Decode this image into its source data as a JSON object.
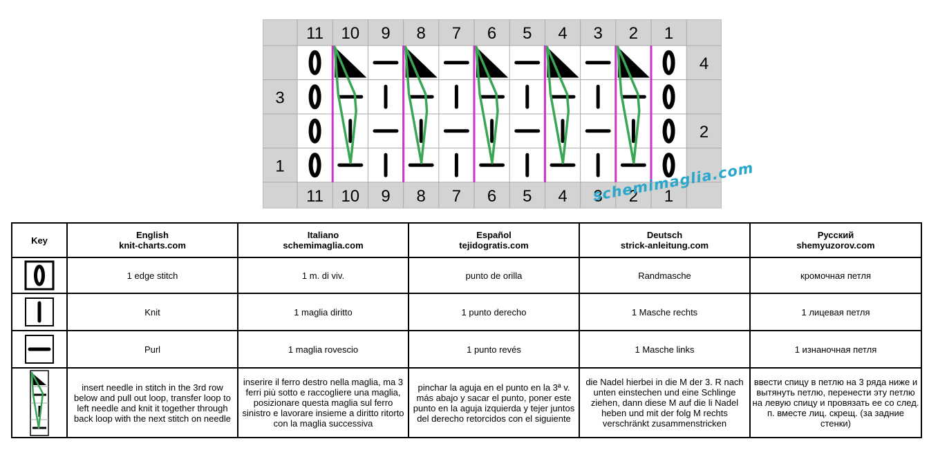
{
  "chart": {
    "top_numbers": [
      "11",
      "10",
      "9",
      "8",
      "7",
      "6",
      "5",
      "4",
      "3",
      "2",
      "1"
    ],
    "bottom_numbers": [
      "11",
      "10",
      "9",
      "8",
      "7",
      "6",
      "5",
      "4",
      "3",
      "2",
      "1"
    ],
    "left_row_labels": [
      "",
      "3",
      "",
      "1"
    ],
    "right_row_labels": [
      "4",
      "",
      "2",
      ""
    ],
    "rows": [
      [
        "edge",
        "special",
        "purl",
        "special",
        "purl",
        "special",
        "purl",
        "special",
        "purl",
        "special",
        "edge"
      ],
      [
        "edge",
        "purl",
        "knit",
        "purl",
        "knit",
        "purl",
        "knit",
        "purl",
        "knit",
        "purl",
        "edge"
      ],
      [
        "edge",
        "knit",
        "purl",
        "knit",
        "purl",
        "knit",
        "purl",
        "knit",
        "purl",
        "knit",
        "edge"
      ],
      [
        "edge",
        "purl",
        "knit",
        "purl",
        "knit",
        "purl",
        "knit",
        "purl",
        "knit",
        "purl",
        "edge"
      ]
    ],
    "colors": {
      "header_bg": "#d3d3d3",
      "line": "#aaaaaa",
      "repeat_line": "#cc33cc",
      "loop": "#3aa655",
      "symbol": "#000000"
    }
  },
  "watermark": "schemimaglia.com",
  "key": {
    "headers": [
      {
        "lang": "Key",
        "site": ""
      },
      {
        "lang": "English",
        "site": "knit-charts.com"
      },
      {
        "lang": "Italiano",
        "site": "schemimaglia.com"
      },
      {
        "lang": "Español",
        "site": "tejidogratis.com"
      },
      {
        "lang": "Deutsch",
        "site": "strick-anleitung.com"
      },
      {
        "lang": "Русский",
        "site": "shemyuzorov.com"
      }
    ],
    "rows": [
      {
        "icon": "edge-stitch-icon",
        "en": "1 edge stitch",
        "it": "1 m. di viv.",
        "es": "punto de orilla",
        "de": "Randmasche",
        "ru": "кромочная петля"
      },
      {
        "icon": "knit-icon",
        "en": "Knit",
        "it": "1 maglia diritto",
        "es": "1 punto derecho",
        "de": "1 Masche rechts",
        "ru": "1 лицевая петля"
      },
      {
        "icon": "purl-icon",
        "en": "Purl",
        "it": "1 maglia rovescio",
        "es": "1 punto revés",
        "de": "1 Masche links",
        "ru": "1 изнаночная петля"
      },
      {
        "icon": "pull-loop-icon",
        "en": "insert needle in stitch in the 3rd row below and pull out loop, transfer loop to left needle and knit it together through back loop with the next stitch on needle",
        "it": "inserire il ferro destro nella maglia, ma 3 ferri più sotto e raccogliere una maglia, posizionare questa maglia sul ferro sinistro e lavorare insieme a diritto ritorto con la maglia successiva",
        "es": "pinchar la aguja en el punto en la 3ª v. más abajo y sacar el punto, poner este punto en la aguja izquierda y tejer juntos del derecho retorcidos con el siguiente",
        "de": "die Nadel hierbei in die M der 3. R nach unten einstechen und eine Schlinge ziehen, dann diese M auf die li Nadel heben und mit der folg M rechts verschränkt zusammenstricken",
        "ru": "ввести спицу в петлю на 3 ряда ниже и вытянуть петлю, перенести эту петлю на левую спицу и провязать ее со след. п. вместе лиц. скрещ. (за задние стенки)"
      }
    ]
  }
}
